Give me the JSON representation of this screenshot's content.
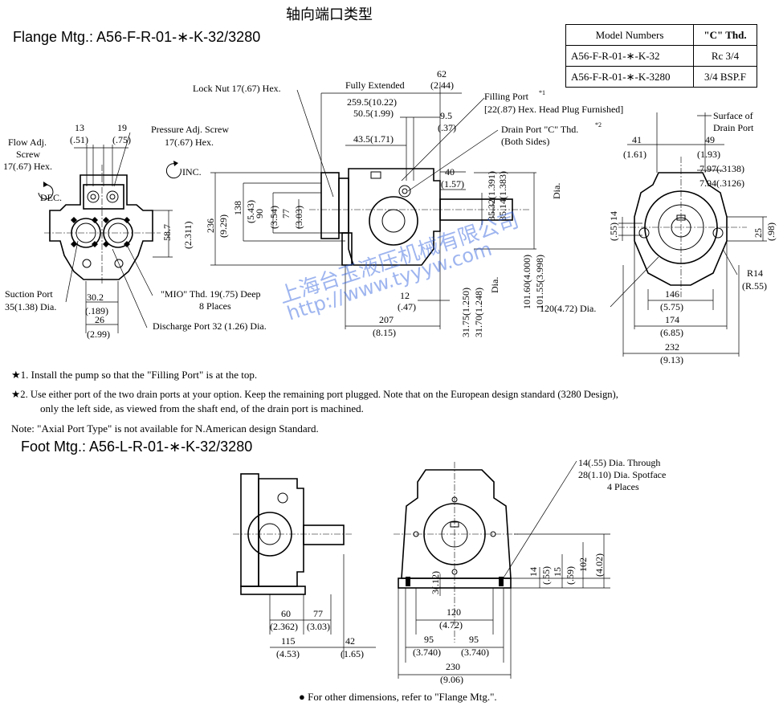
{
  "page_title": "轴向端口类型",
  "flange_heading": "Flange Mtg.:  A56-F-R-01-∗-K-32/3280",
  "foot_heading": "Foot Mtg.:  A56-L-R-01-∗-K-32/3280",
  "model_table": {
    "header": [
      "Model Numbers",
      "\"C\" Thd."
    ],
    "rows": [
      [
        "A56-F-R-01-∗-K-32",
        "Rc 3/4"
      ],
      [
        "A56-F-R-01-∗-K-3280",
        "3/4 BSP.F"
      ]
    ]
  },
  "notes": {
    "n1": "★1. Install the pump so that the \"Filling Port\" is at the top.",
    "n2a": "★2. Use either port of the two drain ports at your option. Keep the remaining port plugged. Note that on the European design standard (3280 Design),",
    "n2b": "only the left side, as viewed from the shaft end, of the drain port is machined.",
    "n3": "Note: \"Axial Port Type\" is not available for N.American design Standard.",
    "footer": "● For other dimensions, refer to \"Flange Mtg.\"."
  },
  "watermark": {
    "line1": "上海台玉液压机械有限公司",
    "line2": "http://www.tyyyw.com"
  },
  "labels": {
    "lock_nut": "Lock Nut 17(.67) Hex.",
    "fully_extended": "Fully Extended",
    "filling_port": "Filling Port",
    "filling_star": "*1",
    "filling_port_sub": "[22(.87) Hex. Head Plug Furnished]",
    "drain_port": "Drain Port \"C\" Thd.",
    "drain_star": "*2",
    "both_sides": "(Both Sides)",
    "pressure_adj": "Pressure Adj. Screw",
    "pressure_hex": "17(.67) Hex.",
    "inc": "INC.",
    "flow_adj1": "Flow Adj.",
    "flow_adj2": "Screw",
    "flow_hex": "17(.67) Hex.",
    "dec": "DEC.",
    "suction_port1": "Suction Port",
    "suction_port2": "35(1.38) Dia.",
    "mio_thd": "\"MIO\" Thd. 19(.75) Deep",
    "mio_places": "8 Places",
    "discharge_port": "Discharge Port 32 (1.26) Dia.",
    "surface_drain1": "Surface of",
    "surface_drain2": "Drain Port",
    "dia_120": "120(4.72) Dia.",
    "r14": "R14",
    "r14_in": "(R.55)",
    "dia_word": "Dia.",
    "foot_hole1": "14(.55) Dia. Through",
    "foot_hole2": "28(1.10) Dia. Spotface",
    "foot_hole3": "4 Places"
  },
  "dims": {
    "d13": "13",
    "d13i": "(.51)",
    "d19": "19",
    "d19i": "(.75)",
    "d62": "62",
    "d62i": "(2.44)",
    "d259": "259.5(10.22)",
    "d50": "50.5(1.99)",
    "d9": "9.5",
    "d9i": "(.37)",
    "d43": "43.5(1.71)",
    "d40": "40",
    "d40i": "(1.57)",
    "d236": "236",
    "d236i": "(9.29)",
    "d138": "138",
    "d138i": "(5.43)",
    "d90": "90",
    "d90i": "(3.54)",
    "d77": "77",
    "d77i": "(3.03)",
    "d58": "58.7",
    "d58i": "(2.311)",
    "d30": "30.2",
    "d30i": "(.189)",
    "d26": "26",
    "d26i": "(2.99)",
    "d12": "12",
    "d12i": "(.47)",
    "d207": "207",
    "d207i": "(8.15)",
    "d31a": "31.75(1.250)",
    "d31b": "31.70(1.248)",
    "d35a": "35.32(1.391)",
    "d35b": "35.14(1.383)",
    "d101a": "101.60(4.000)",
    "d101b": "101.55(3.998)",
    "d41": "41",
    "d41i": "(1.61)",
    "d49": "49",
    "d49i": "(1.93)",
    "d797": "7.97(.3138)",
    "d794": "7.94(.3126)",
    "d14": "14",
    "d14i": "(.55)",
    "d25": "25",
    "d25i": "(.98)",
    "d146": "146",
    "d146i": "(5.75)",
    "d174": "174",
    "d174i": "(6.85)",
    "d232": "232",
    "d232i": "(9.13)",
    "f60": "60",
    "f2362": "(2.362)",
    "f77": "77",
    "f303": "(3.03)",
    "f115": "115",
    "f453": "(4.53)",
    "f42": "42",
    "f165": "(1.65)",
    "f3": "3(.12)",
    "f120": "120",
    "f472": "(4.72)",
    "f95a": "95",
    "f95b": "95",
    "f3740a": "(3.740)",
    "f3740b": "(3.740)",
    "f230": "230",
    "f906": "(9.06)",
    "f14": "14",
    "f055": "(.55)",
    "f15": "15",
    "f059": "(.59)",
    "f102": "102",
    "f402": "(4.02)"
  }
}
